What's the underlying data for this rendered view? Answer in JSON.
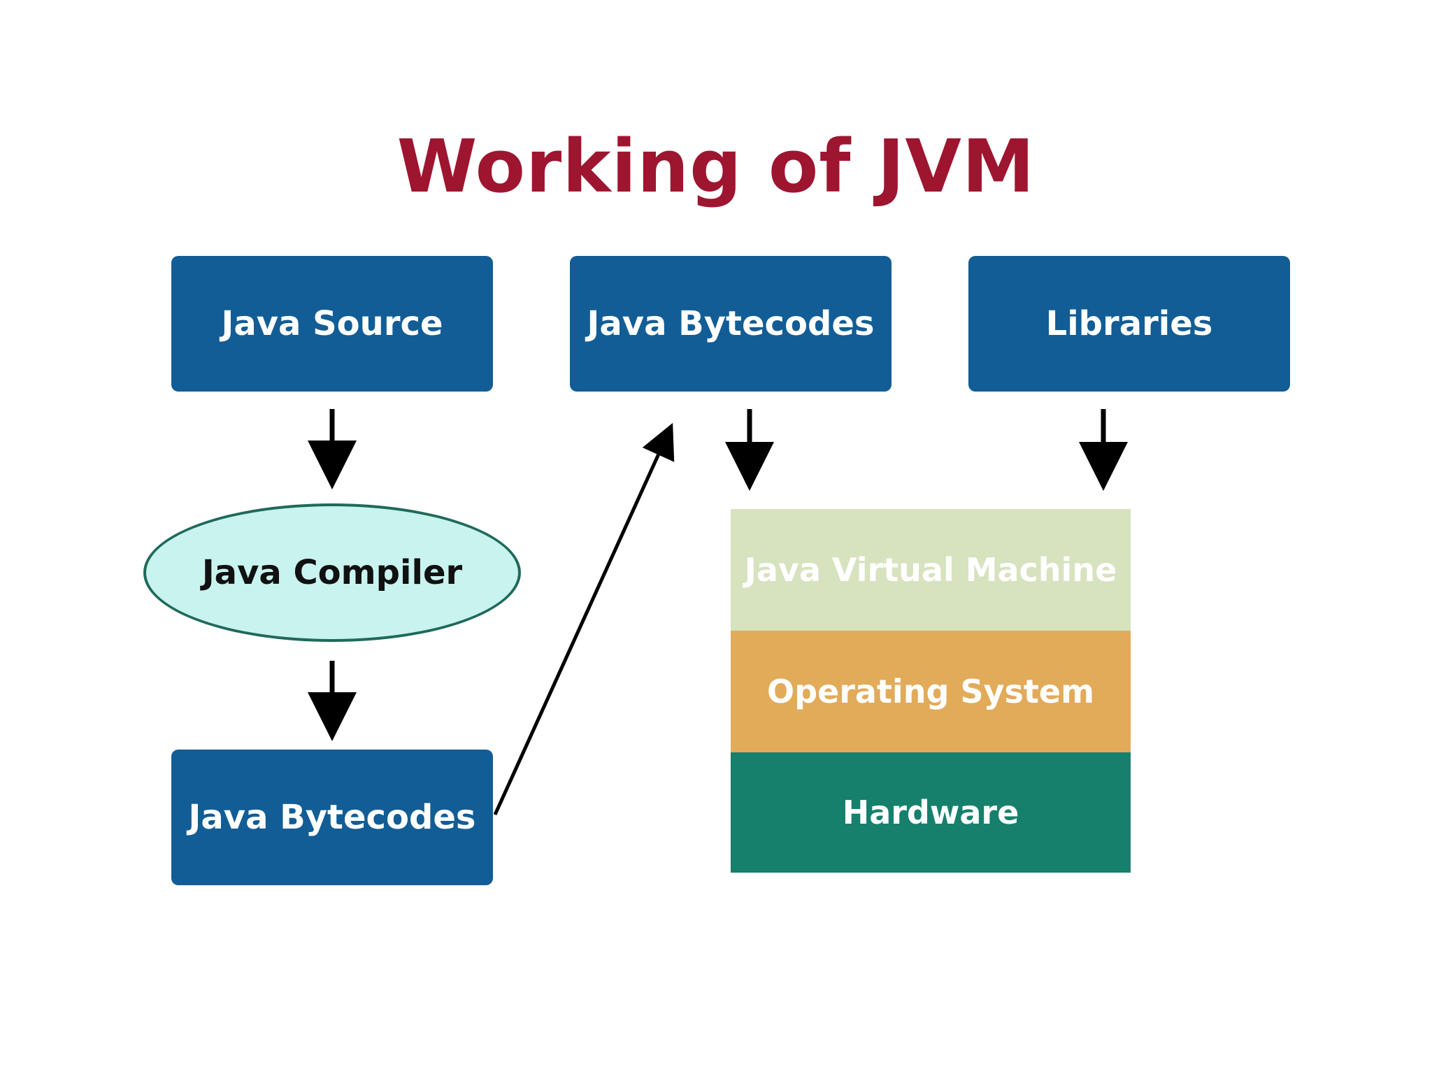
{
  "title": "Working of JVM",
  "nodes": {
    "java_source": "Java Source",
    "java_bytecodes_top": "Java Bytecodes",
    "libraries": "Libraries",
    "java_compiler": "Java Compiler",
    "java_bytecodes_bottom": "Java Bytecodes"
  },
  "stack": {
    "jvm": "Java Virtual Machine",
    "os": "Operating System",
    "hardware": "Hardware"
  },
  "colors": {
    "title": "#9e1530",
    "box": "#125d95",
    "compiler_fill": "#c9f3ef",
    "jvm_layer": "#d7e2bf",
    "os_layer": "#e2ab5a",
    "hardware_layer": "#16806c"
  }
}
